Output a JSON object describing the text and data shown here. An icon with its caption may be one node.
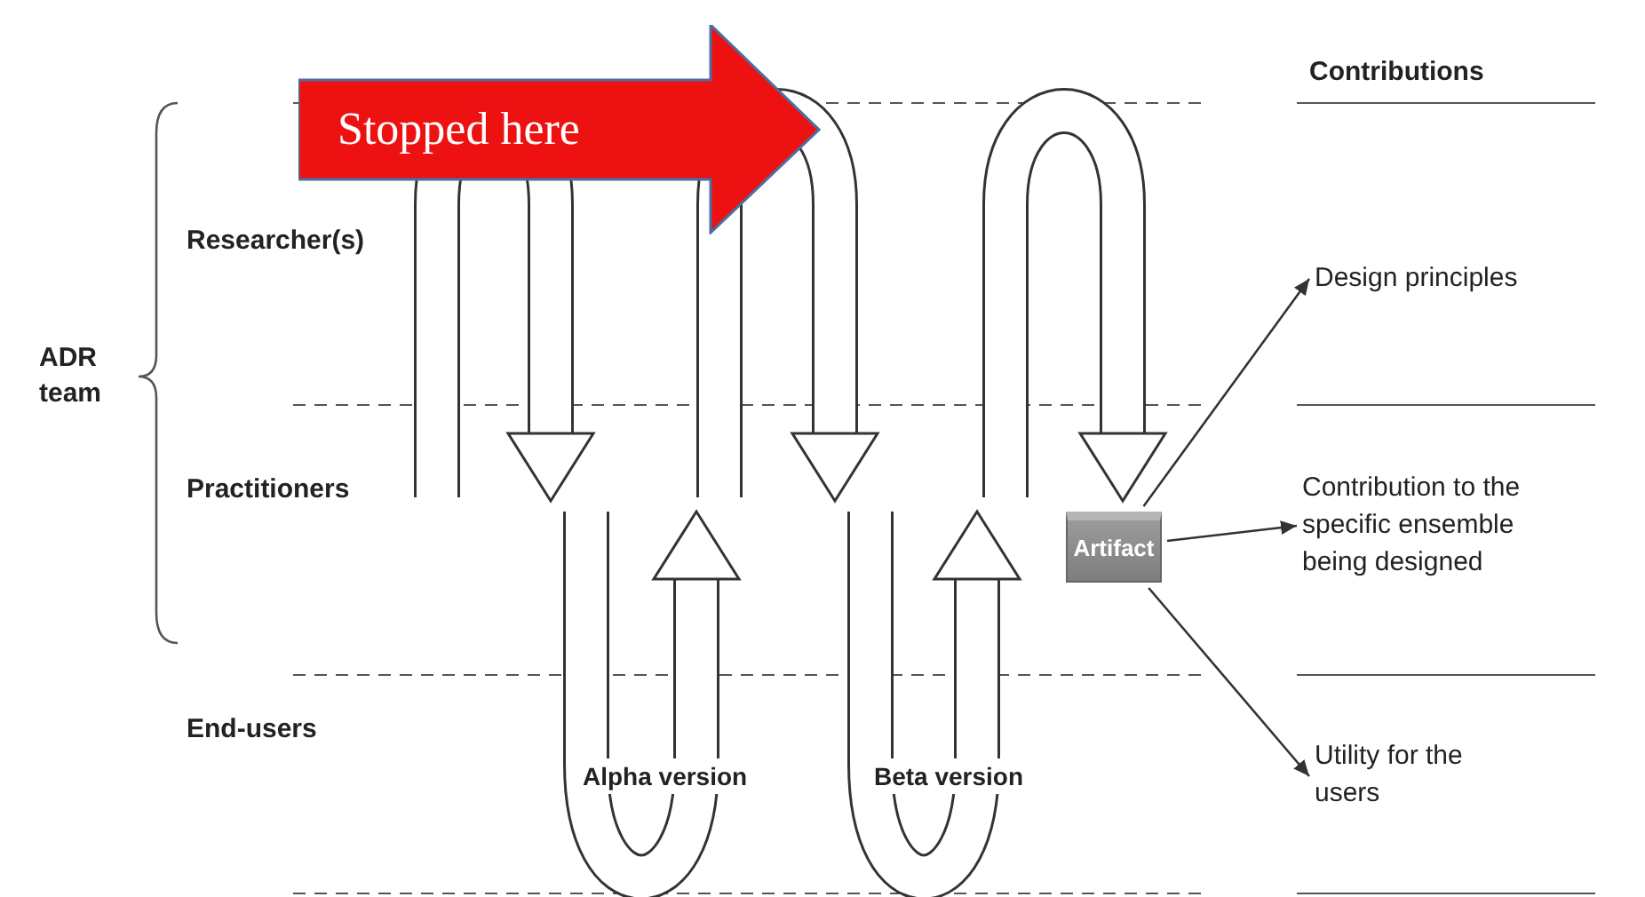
{
  "diagram": {
    "nodes": [
      {
        "text": [
          "Artifact"
        ]
      },
      {
        "text": [
          "Design principles"
        ]
      },
      {
        "text": [
          "Contribution to the specific ensemble being designed"
        ]
      },
      {
        "text": [
          "Utility for the users"
        ]
      },
      {
        "text": [
          "Stopped here"
        ]
      }
    ],
    "edges": [
      {
        "from": 0,
        "to": 1,
        "arrow": "to"
      },
      {
        "from": 0,
        "to": 2,
        "arrow": "to"
      },
      {
        "from": 0,
        "to": 3,
        "arrow": "to"
      }
    ],
    "labels": [
      "Contributions",
      "Researcher(s)",
      "ADR team",
      "Practitioners",
      "End-users",
      "Alpha version",
      "Beta version"
    ]
  }
}
